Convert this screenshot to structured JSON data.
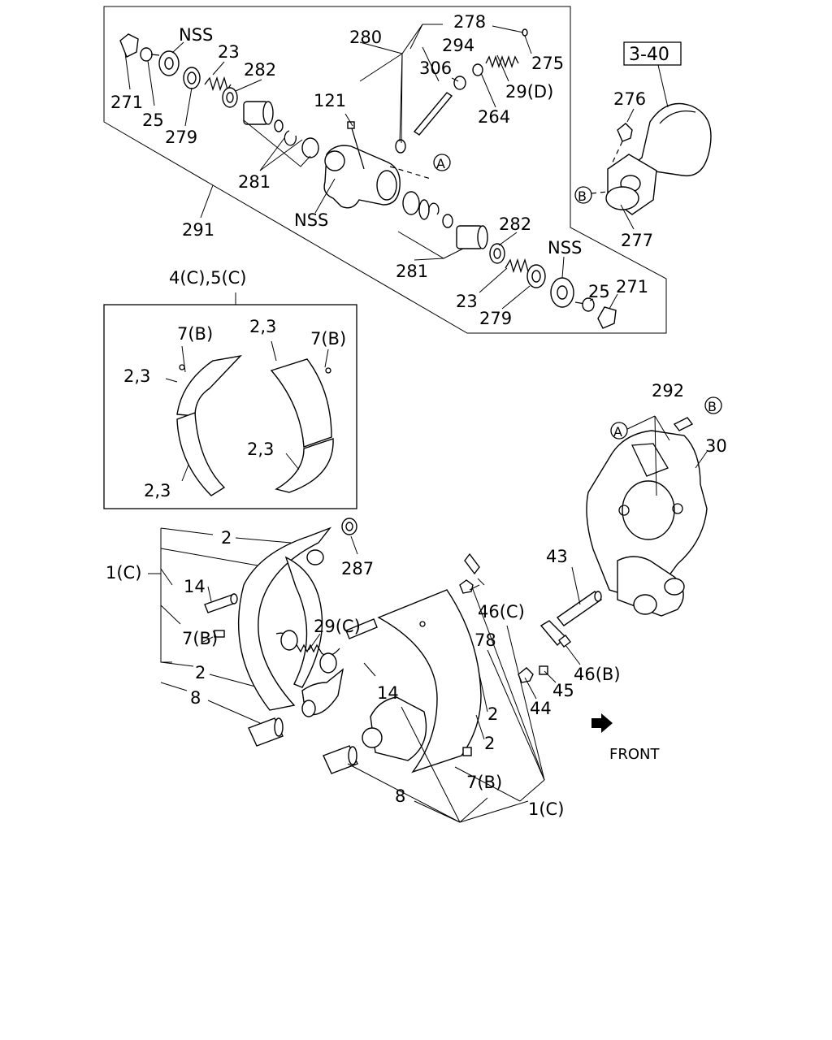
{
  "diagram": {
    "callouts": {
      "c271a": "271",
      "c25a": "25",
      "c279a": "279",
      "cNSSa": "NSS",
      "c23a": "23",
      "c282a": "282",
      "c281a": "281",
      "c291": "291",
      "cNSSb": "NSS",
      "c121": "121",
      "c280": "280",
      "c294": "294",
      "c278": "278",
      "c275": "275",
      "c306": "306",
      "c29D": "29(D)",
      "c264": "264",
      "cRef": "3-40",
      "c276": "276",
      "c277": "277",
      "c282b": "282",
      "cNSSc": "NSS",
      "c281b": "281",
      "c23b": "23",
      "c279b": "279",
      "c25b": "25",
      "c271b": "271",
      "c45C": "4(C),5(C)",
      "c7Ba": "7(B)",
      "c7Bb": "7(B)",
      "c23s1": "2,3",
      "c23s2": "2,3",
      "c23s3": "2,3",
      "c23s4": "2,3",
      "c292": "292",
      "c30": "30",
      "c2a": "2",
      "c287": "287",
      "c1Ca": "1(C)",
      "c14a": "14",
      "c7Bc": "7(B)",
      "c29C": "29(C)",
      "c2b": "2",
      "c8a": "8",
      "c43": "43",
      "c46C": "46(C)",
      "c78": "78",
      "c46B": "46(B)",
      "c45": "45",
      "c44": "44",
      "c14b": "14",
      "c2c": "2",
      "c2d": "2",
      "c7Bd": "7(B)",
      "c8b": "8",
      "c1Cb": "1(C)",
      "front": "FRONT",
      "markA1": "A",
      "markA2": "A",
      "markB1": "B",
      "markB2": "B"
    }
  }
}
